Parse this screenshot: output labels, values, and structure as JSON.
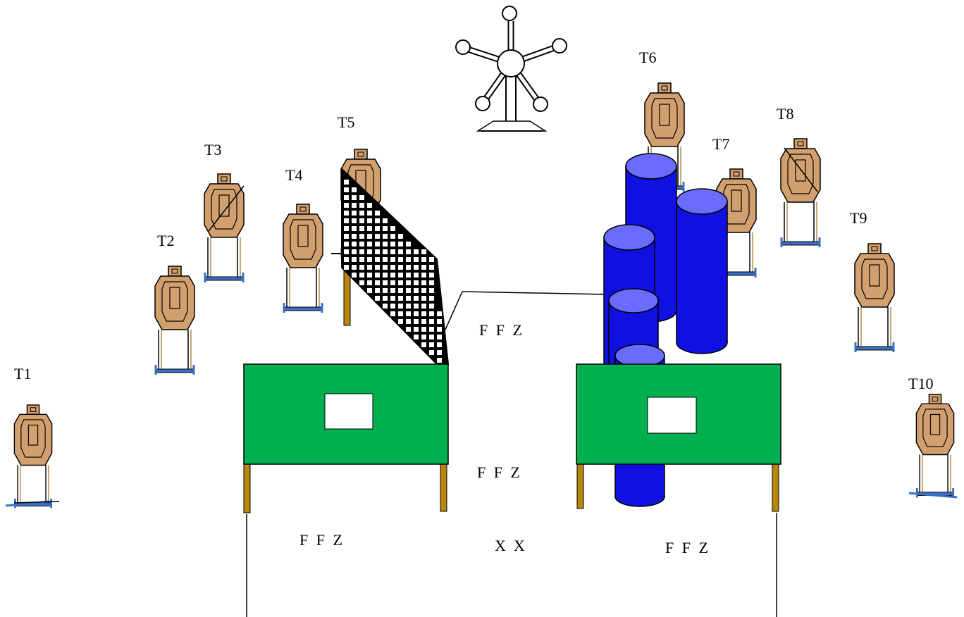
{
  "diagram": {
    "targets": [
      {
        "id": "t1",
        "label": "T1"
      },
      {
        "id": "t2",
        "label": "T2"
      },
      {
        "id": "t3",
        "label": "T3"
      },
      {
        "id": "t4",
        "label": "T4"
      },
      {
        "id": "t5",
        "label": "T5"
      },
      {
        "id": "t6",
        "label": "T6"
      },
      {
        "id": "t7",
        "label": "T7"
      },
      {
        "id": "t8",
        "label": "T8"
      },
      {
        "id": "t9",
        "label": "T9"
      },
      {
        "id": "t10",
        "label": "T10"
      }
    ],
    "ffz_labels": [
      "F F Z",
      "F F Z",
      "F F Z",
      "F F Z"
    ],
    "start_marker": "X  X",
    "colors": {
      "target_fill": "#D2A06E",
      "table_fill": "#00B050",
      "barrel_fill": "#1010E0",
      "barrel_top": "#6B6BFF",
      "stand_base": "#3A6FC4",
      "table_leg": "#B8860B"
    },
    "objects": {
      "steel_plate_rack": "steel-popper-tree",
      "mesh_wall": "mesh-barricade",
      "barrels": "barrel-stack",
      "tables": "table"
    }
  }
}
